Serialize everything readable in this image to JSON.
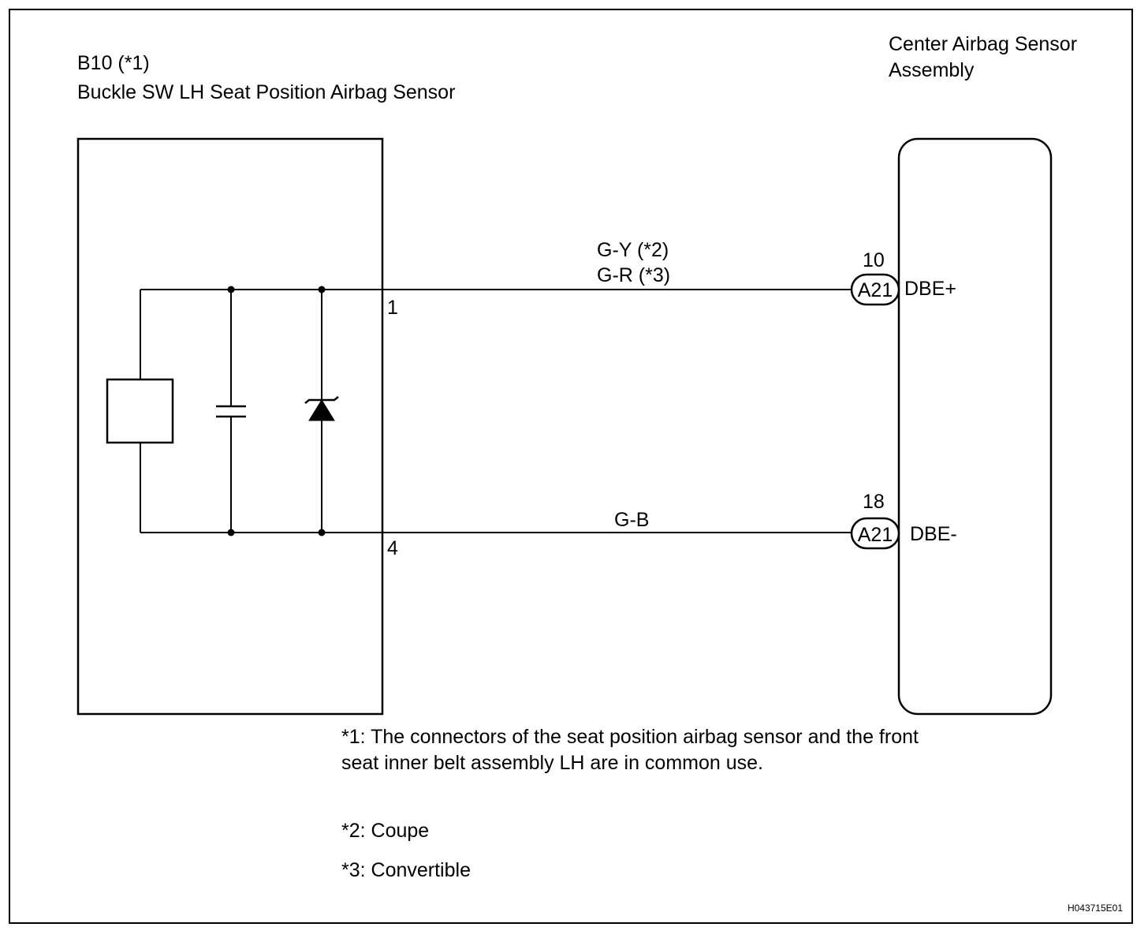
{
  "left_component": {
    "connector_id": "B10 (*1)",
    "name": "Buckle SW LH Seat Position Airbag Sensor"
  },
  "right_component": {
    "name_line1": "Center Airbag Sensor",
    "name_line2": "Assembly"
  },
  "wires": [
    {
      "color_line1": "G-Y (*2)",
      "color_line2": "G-R (*3)",
      "left_pin": "1",
      "right_pin": "10",
      "connector": "A21",
      "terminal": "DBE+"
    },
    {
      "color_line1": "G-B",
      "left_pin": "4",
      "right_pin": "18",
      "connector": "A21",
      "terminal": "DBE-"
    }
  ],
  "notes": {
    "note1_line1": "*1: The connectors of the seat position airbag sensor and the front",
    "note1_line2": "seat inner belt assembly LH are in common use.",
    "note2": "*2: Coupe",
    "note3": "*3: Convertible"
  },
  "figure_code": "H043715E01"
}
